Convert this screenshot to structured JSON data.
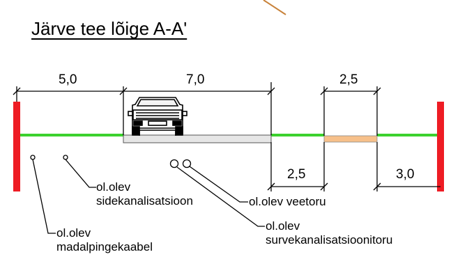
{
  "title": "Järve tee lõige A-A'",
  "dimensions": {
    "d1": "5,0",
    "d2": "7,0",
    "d3": "2,5",
    "d4": "2,5",
    "d5": "3,0"
  },
  "labels": {
    "side_line1": "ol.olev",
    "side_line2": "sidekanalisatsioon",
    "madal_line1": "ol.olev",
    "madal_line2": "madalpingekaabel",
    "vee": "ol.olev veetoru",
    "surve_line1": "ol.olev",
    "surve_line2": "survekanalisatsioonitoru"
  },
  "colors": {
    "boundary": "#ee1c24",
    "grass": "#3cd12e",
    "road": "#e6e6e6",
    "sidewalk": "#f7c08a",
    "accent_line": "#c8823a"
  }
}
